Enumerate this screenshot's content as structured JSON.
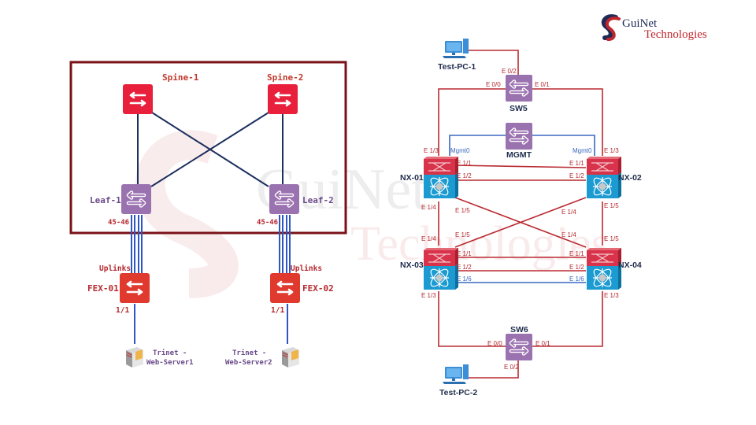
{
  "logo": {
    "line1": "GuiNet",
    "line2": "Technologies",
    "colors": {
      "red": "#c0272d",
      "navy": "#1f2a56"
    }
  },
  "watermark": {
    "line1": "GuiNet",
    "line2": "Technologies"
  },
  "colors": {
    "spine_red": "#e8203c",
    "fex_red": "#e03a2f",
    "leaf_purple": "#9b72b0",
    "border_maroon": "#7a1118",
    "spine_link": "#1c2f5e",
    "uplink_blue": "#2f56c5",
    "label_red": "#b5282e",
    "label_purple": "#6a4a8a",
    "link_red": "#b92a32",
    "mgmt_blue": "#3a68c0",
    "nexus_top": "#d8334a",
    "nexus_body": "#1b9bd1",
    "pc_blue": "#3c8fd6",
    "text_navy": "#1f2d4d"
  },
  "left": {
    "spines": [
      {
        "name": "Spine-1",
        "icon": "switch-icon"
      },
      {
        "name": "Spine-2",
        "icon": "switch-icon"
      }
    ],
    "leaves": [
      {
        "name": "Leaf-1",
        "port_label": "45-46",
        "icon": "switch-icon"
      },
      {
        "name": "Leaf-2",
        "port_label": "45-46",
        "icon": "switch-icon"
      }
    ],
    "fexes": [
      {
        "name": "FEX-01",
        "uplink_label": "Uplinks",
        "port_label": "1/1",
        "icon": "switch-icon"
      },
      {
        "name": "FEX-02",
        "uplink_label": "Uplinks",
        "port_label": "1/1",
        "icon": "switch-icon"
      }
    ],
    "servers": [
      {
        "line1": "Trinet -",
        "line2": "Web-Server1",
        "icon": "server-icon"
      },
      {
        "line1": "Trinet -",
        "line2": "Web-Server2",
        "icon": "server-icon"
      }
    ]
  },
  "right": {
    "pc1": {
      "name": "Test-PC-1",
      "icon": "desktop-pc-icon"
    },
    "pc2": {
      "name": "Test-PC-2",
      "icon": "desktop-pc-icon"
    },
    "sw5": {
      "name": "SW5",
      "ports": {
        "p0": "E 0/0",
        "p1": "E 0/1",
        "p2": "E 0/2"
      }
    },
    "mgmt": {
      "name": "MGMT",
      "left_port": "Mgmt0",
      "right_port": "Mgmt0"
    },
    "sw6": {
      "name": "SW6",
      "ports": {
        "p0": "E 0/0",
        "p1": "E 0/1",
        "p2": "E 0/2"
      }
    },
    "nx": [
      {
        "name": "NX-01"
      },
      {
        "name": "NX-02"
      },
      {
        "name": "NX-03"
      },
      {
        "name": "NX-04"
      }
    ],
    "ports": {
      "nx01_e13": "E 1/3",
      "nx01_e11": "E 1/1",
      "nx01_e12": "E 1/2",
      "nx01_e14": "E 1/4",
      "nx01_e15": "E 1/5",
      "nx02_e13": "E 1/3",
      "nx02_e11": "E 1/1",
      "nx02_e12": "E 1/2",
      "nx02_e14": "E 1/4",
      "nx02_e15": "E 1/5",
      "nx03_e14": "E 1/4",
      "nx03_e15": "E 1/5",
      "nx03_e11": "E 1/1",
      "nx03_e12": "E 1/2",
      "nx03_e16": "E 1/6",
      "nx03_e13": "E 1/3",
      "nx04_e14": "E 1/4",
      "nx04_e15": "E 1/5",
      "nx04_e11": "E 1/1",
      "nx04_e12": "E 1/2",
      "nx04_e16": "E 1/6",
      "nx04_e13": "E 1/3"
    }
  }
}
